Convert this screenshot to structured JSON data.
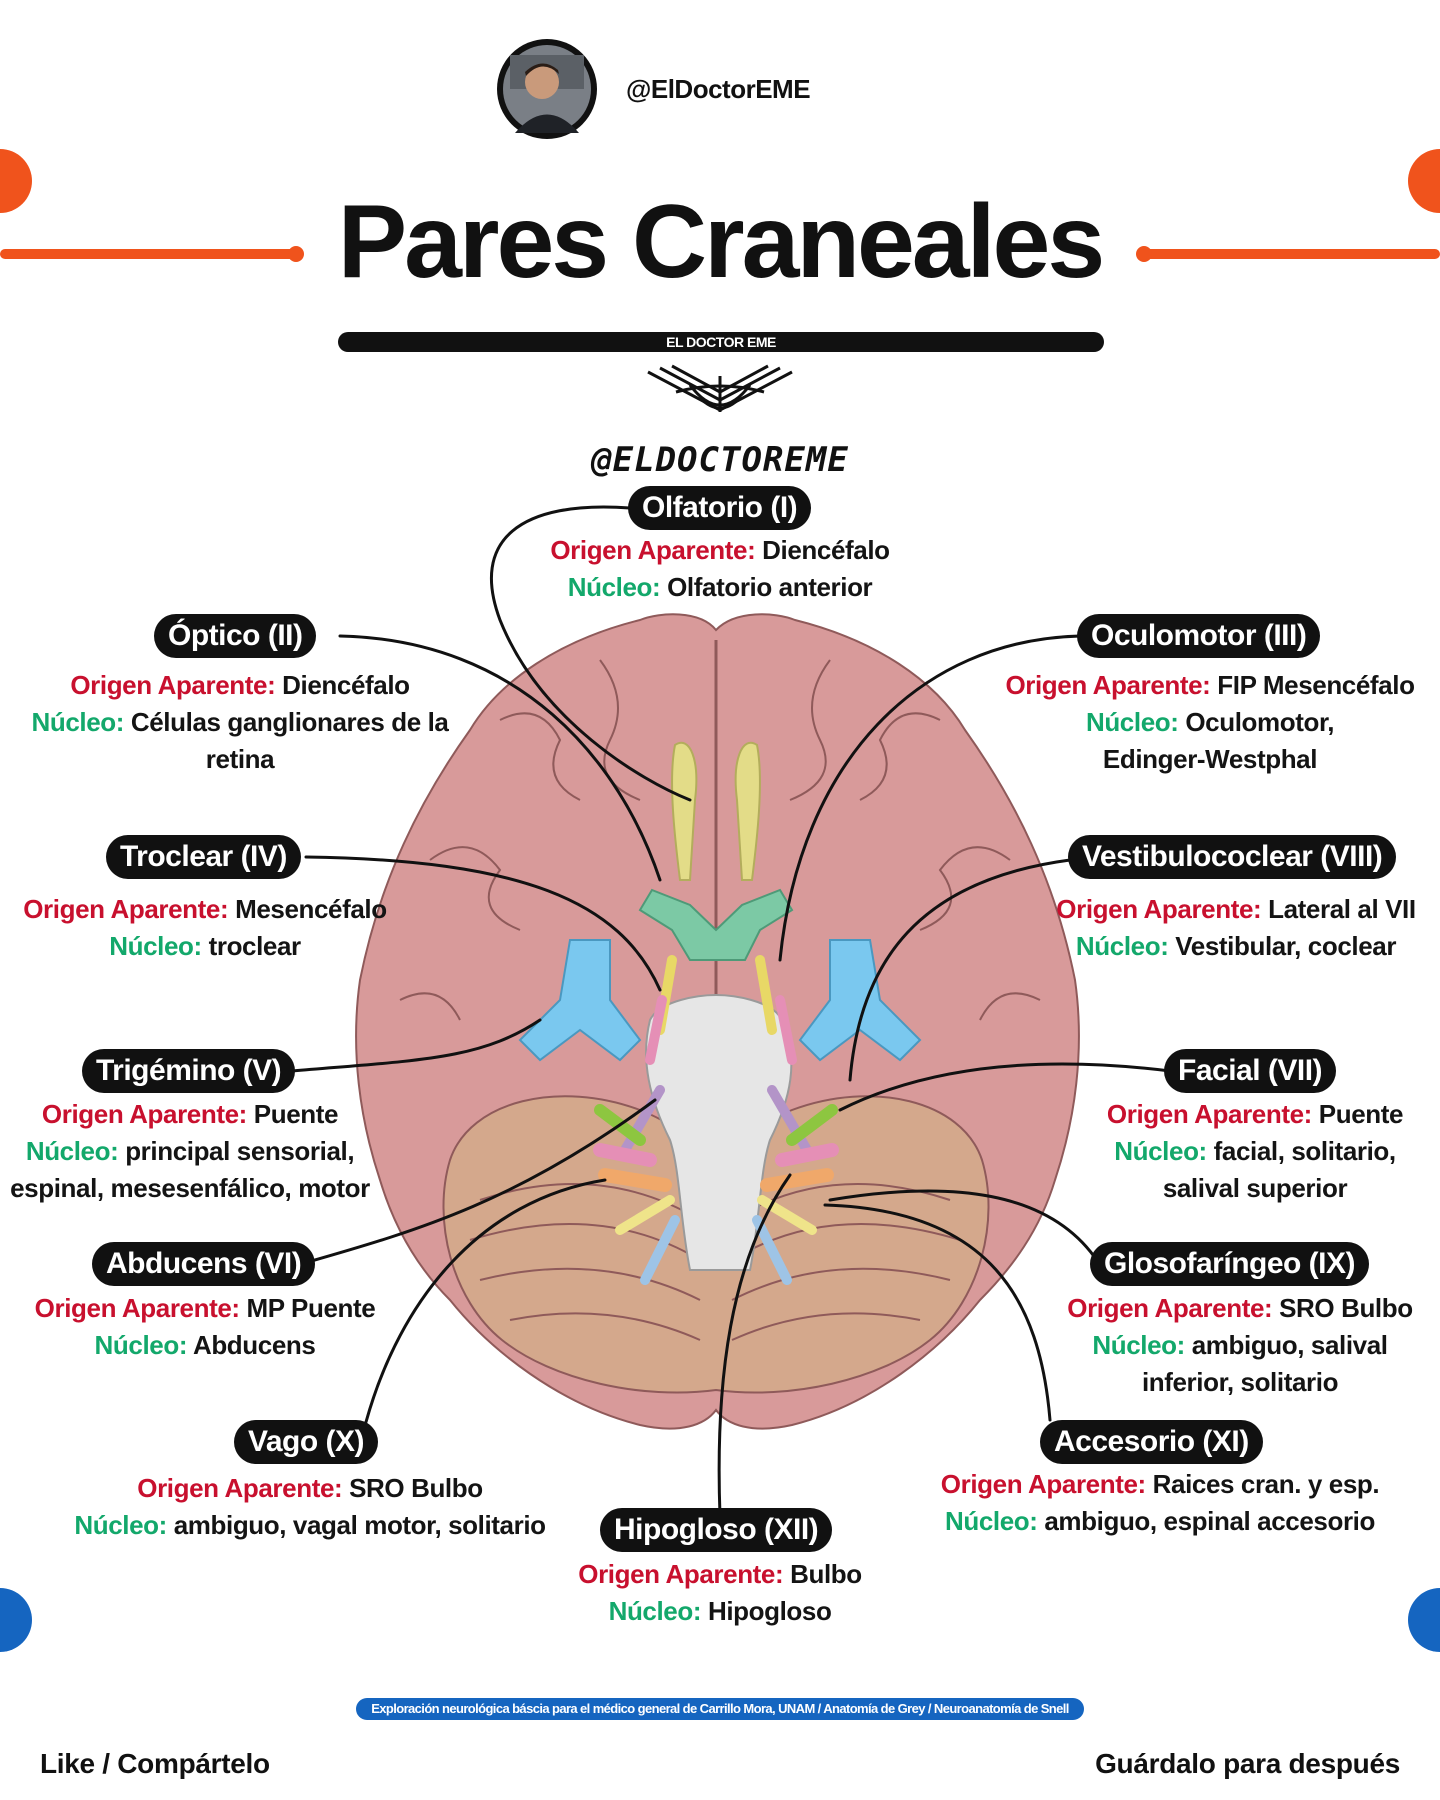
{
  "header": {
    "handle": "@ElDoctorEME",
    "title": "Pares Craneales",
    "brand_bar": "EL DOCTOR EME",
    "brand_handle": "@ELDOCTOREME"
  },
  "labels": {
    "origin": "Origen Aparente:",
    "nucleus": "Núcleo:"
  },
  "nerves": [
    {
      "name": "Olfatorio (I)",
      "origin": "Diencéfalo",
      "nucleus": "Olfatorio anterior"
    },
    {
      "name": "Óptico (II)",
      "origin": "Diencéfalo",
      "nucleus": "Células ganglionares de la",
      "nucleus_2": "retina"
    },
    {
      "name": "Oculomotor (III)",
      "origin": "FIP Mesencéfalo",
      "nucleus": "Oculomotor,",
      "nucleus_2": "Edinger-Westphal"
    },
    {
      "name": "Troclear (IV)",
      "origin": "Mesencéfalo",
      "nucleus": "troclear"
    },
    {
      "name": "Vestibulococlear (VIII)",
      "origin": "Lateral al VII",
      "nucleus": "Vestibular, coclear"
    },
    {
      "name": "Trigémino (V)",
      "origin": "Puente",
      "nucleus": "principal sensorial,",
      "nucleus_2": "espinal, mesesenfálico, motor"
    },
    {
      "name": "Facial (VII)",
      "origin": "Puente",
      "nucleus": "facial, solitario,",
      "nucleus_2": "salival superior"
    },
    {
      "name": "Abducens (VI)",
      "origin": "MP Puente",
      "nucleus": "Abducens"
    },
    {
      "name": "Glosofaríngeo (IX)",
      "origin": "SRO Bulbo",
      "nucleus": "ambiguo, salival",
      "nucleus_2": "inferior, solitario"
    },
    {
      "name": "Vago (X)",
      "origin": "SRO Bulbo",
      "nucleus": "ambiguo, vagal motor, solitario"
    },
    {
      "name": "Accesorio (XI)",
      "origin": "Raices cran. y esp.",
      "nucleus": "ambiguo, espinal accesorio"
    },
    {
      "name": "Hipogloso (XII)",
      "origin": "Bulbo",
      "nucleus": "Hipogloso"
    }
  ],
  "references": "Exploración neurológica báscia para el médico general de Carrillo Mora, UNAM / Anatomía de Grey / Neuroanatomía de Snell",
  "footer": {
    "left": "Like / Compártelo",
    "right": "Guárdalo para después"
  },
  "colors": {
    "accent_orange": "#f0531c",
    "accent_blue": "#1565c0",
    "origin_red": "#c8102e",
    "nucleus_green": "#13a86b"
  }
}
